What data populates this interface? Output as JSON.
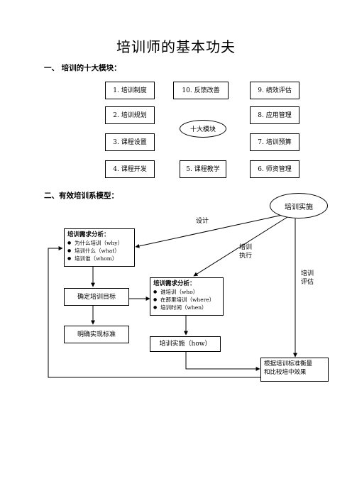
{
  "doc": {
    "title": "培训师的基本功夫",
    "section1": "一、  培训的十大模块：",
    "section2": "二、有效培训系模型："
  },
  "modules": {
    "m1": "1. 培训制度",
    "m10": "10. 反馈改善",
    "m9": "9. 绩效评估",
    "m2": "2. 培训规划",
    "center": "十大模块",
    "m8": "8. 应用管理",
    "m3": "3. 课程设置",
    "m7": "7. 培训预算",
    "m4": "4. 课程开发",
    "m5": "5. 课程教学",
    "m6": "6. 师资管理"
  },
  "model": {
    "implement": "培训实施",
    "design_label": "设计",
    "execute_label": [
      "培训",
      "执行"
    ],
    "evaluate_label": [
      "培训",
      "评估"
    ],
    "analysis1": {
      "title": "培训需求分析：",
      "items": [
        "为什么培训（why）",
        "培训什么（what）",
        "培训谁（whom）"
      ]
    },
    "analysis2": {
      "title": "培训需求分析：",
      "items": [
        "谁培训（who）",
        "在那里培训（where）",
        "培训时间（when）"
      ]
    },
    "goal": "确定培训目标",
    "standard": "明确实现标准",
    "implement_how": "培训实施（how）",
    "measure": [
      "根据培训标准衡量",
      "和比较培中效果"
    ]
  }
}
